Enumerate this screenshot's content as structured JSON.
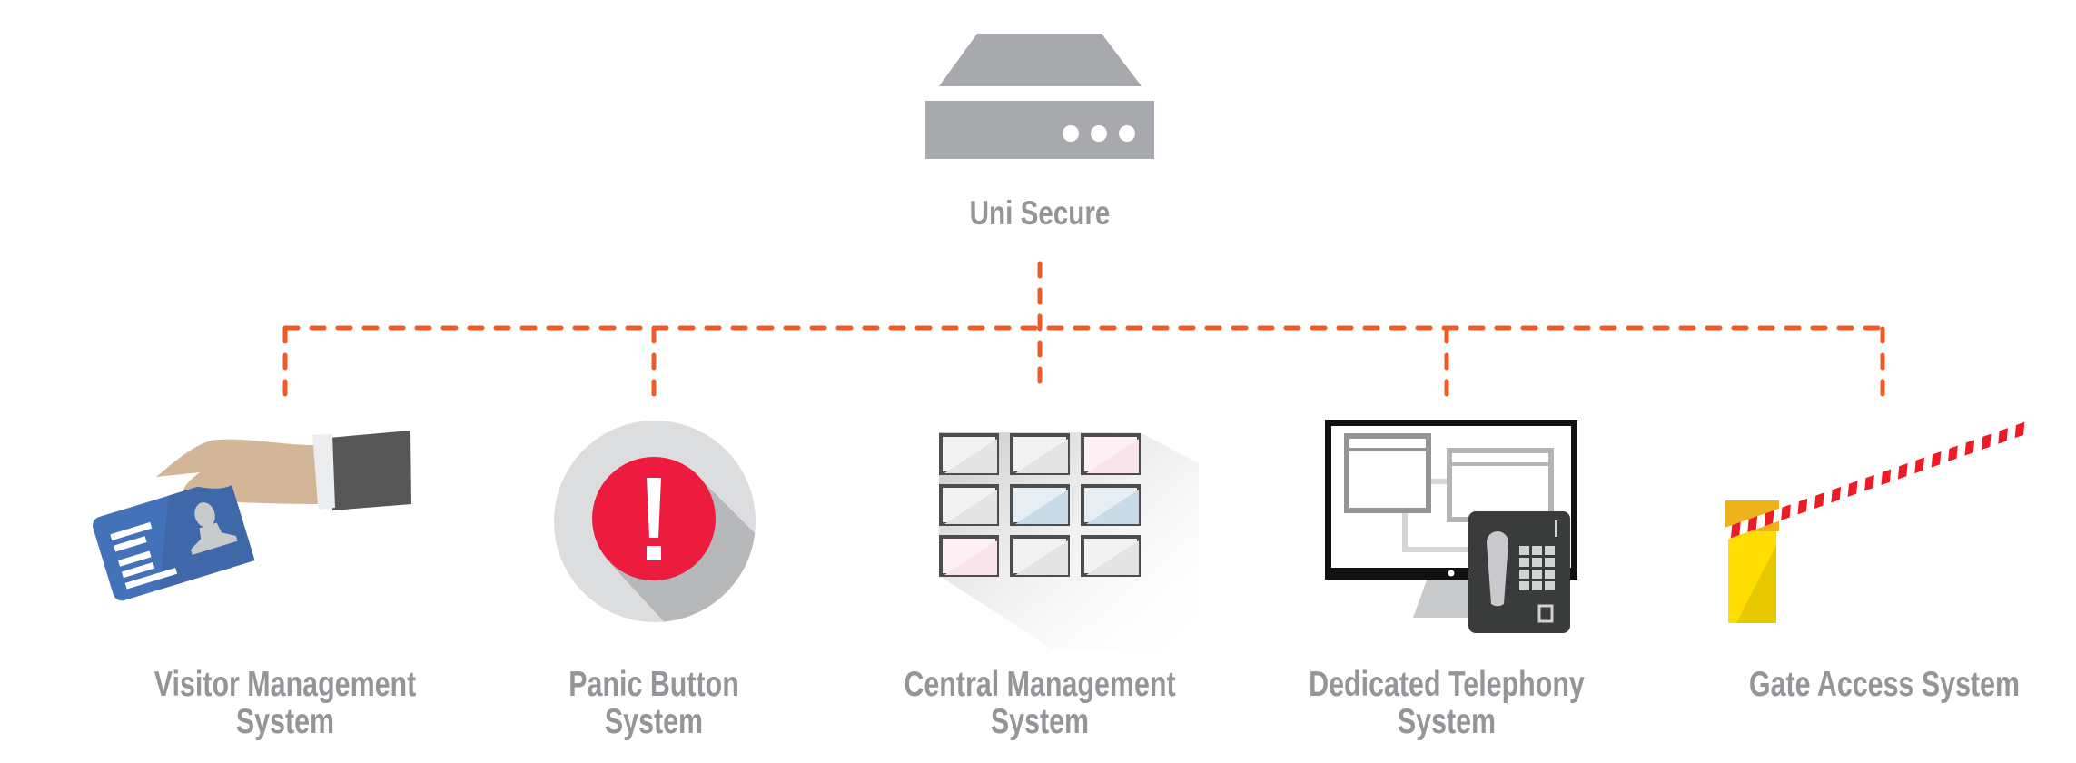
{
  "hub": {
    "label": "Uni Secure",
    "icon": "server-icon"
  },
  "connector": {
    "style": "dashed",
    "color": "#f15a24"
  },
  "systems": [
    {
      "line1": "Visitor Management",
      "line2": "System",
      "icon": "id-card-hand-icon"
    },
    {
      "line1": "Panic Button",
      "line2": "System",
      "icon": "panic-button-icon"
    },
    {
      "line1": "Central Management",
      "line2": "System",
      "icon": "video-wall-icon"
    },
    {
      "line1": "Dedicated Telephony",
      "line2": "System",
      "icon": "monitor-telephone-icon"
    },
    {
      "line1": "Gate Access System",
      "line2": "",
      "icon": "boom-barrier-icon"
    }
  ],
  "colors": {
    "label_gray": "#939598",
    "server_gray": "#a7a9ac",
    "alert_red": "#ed1c3f",
    "card_blue": "#4472b8",
    "gate_yellow": "#ffdd00",
    "barrier_red": "#ed1c24"
  }
}
